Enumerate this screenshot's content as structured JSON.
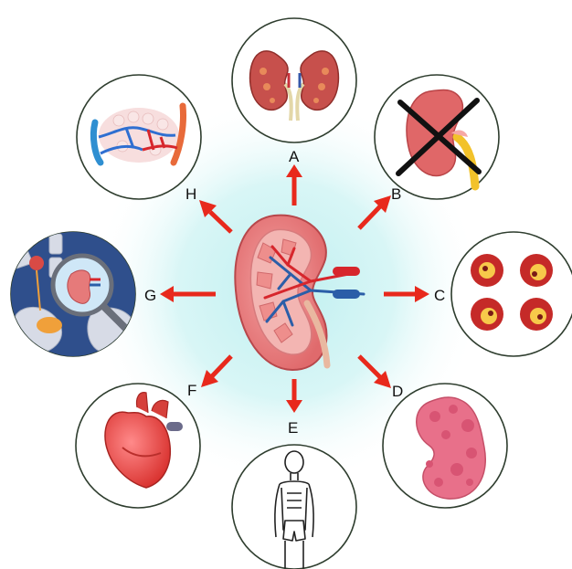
{
  "diagram": {
    "labels": {
      "a": "A",
      "b": "B",
      "c": "C",
      "d": "D",
      "e": "E",
      "f": "F",
      "g": "G",
      "h": "H"
    },
    "icons": {
      "center": "kidney-cross-section-icon",
      "a": "healthy-kidneys-icon",
      "b": "crossed-out-kidney-icon",
      "c": "damaged-tubule-cells-icon",
      "d": "cystic-kidney-icon",
      "e": "emaciated-person-icon",
      "f": "heart-icon",
      "g": "magnified-urinary-system-icon",
      "h": "capillary-network-icon"
    },
    "colors": {
      "arrow": "#e8291c",
      "glow": "#bfeff0",
      "kidney": "#e9787a",
      "circle_border": "#2e3d2e"
    }
  }
}
